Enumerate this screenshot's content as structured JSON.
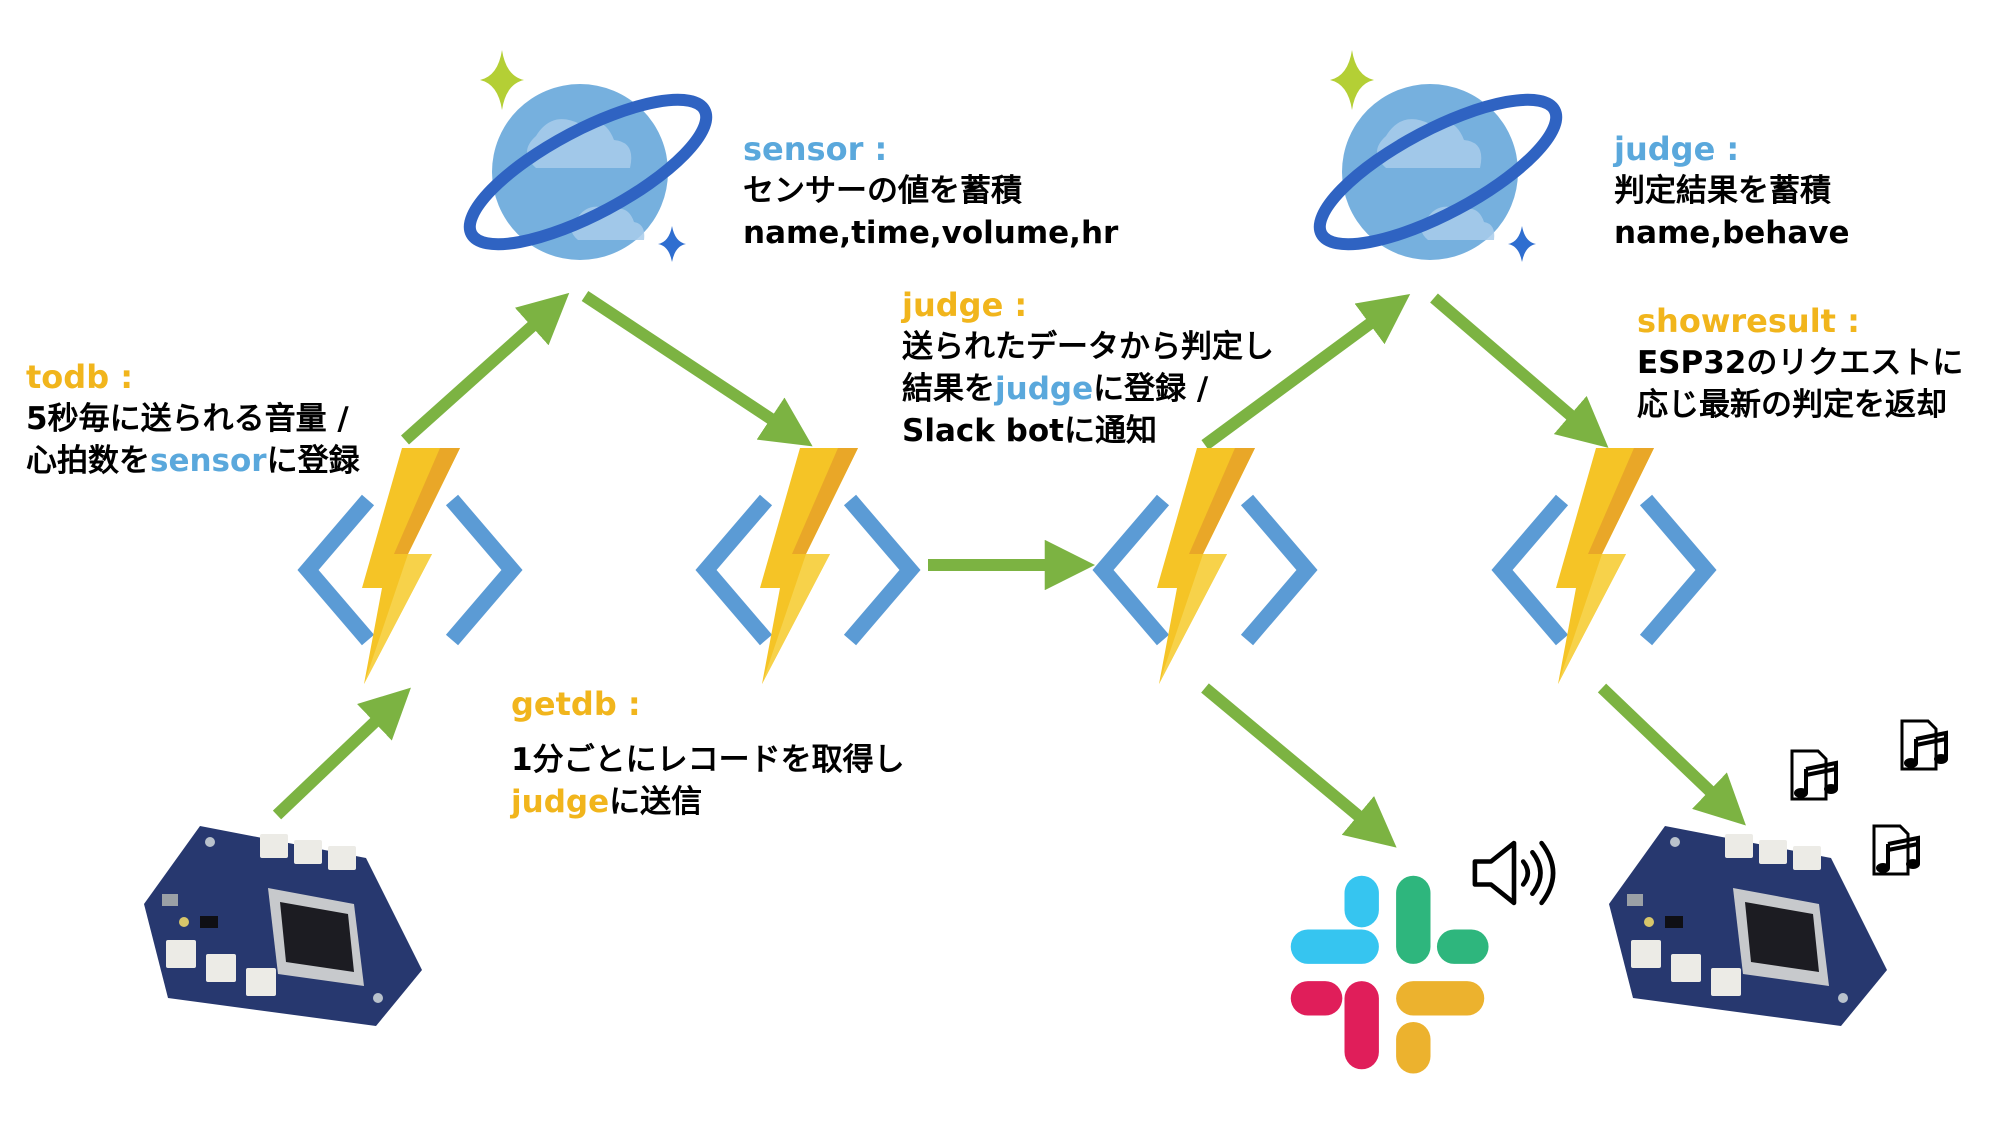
{
  "labels": {
    "todb": {
      "title": "todb :",
      "line1": "5秒毎に送られる音量 /",
      "line2_pre": "心拍数を",
      "line2_hl": "sensor",
      "line2_post": "に登録"
    },
    "sensor": {
      "title": "sensor :",
      "line1": "センサーの値を蓄積",
      "line2": "name,time,volume,hr"
    },
    "judge_fn": {
      "title": "judge :",
      "line1": "送られたデータから判定し",
      "line2_pre": "結果を",
      "line2_hl": "judge",
      "line2_post": "に登録 /",
      "line3": "Slack botに通知"
    },
    "judge_db": {
      "title": "judge :",
      "line1": "判定結果を蓄積",
      "line2": "name,behave"
    },
    "showresult": {
      "title": "showresult :",
      "line1": "ESP32のリクエストに",
      "line2": "応じ最新の判定を返却"
    },
    "getdb": {
      "title": "getdb :",
      "line1": "1分ごとにレコードを取得し",
      "line2_hl": "judge",
      "line2_post": "に送信"
    }
  },
  "colors": {
    "arrow": "#7cb342",
    "function_bolt": "#f5c426",
    "function_bracket": "#5b9bd5",
    "cosmos_planet": "#76b0de",
    "cosmos_ring": "#2f63c2",
    "sparkle_green": "#b4cf35",
    "sparkle_blue": "#2f6ed0",
    "title_yellow": "#f1b51c",
    "title_blue": "#5aa8dc",
    "board_blue": "#27386f",
    "slack_blue": "#36c5f0",
    "slack_green": "#2eb67d",
    "slack_red": "#e01e5a",
    "slack_yellow": "#ecb22e"
  },
  "icons": [
    "azure-functions-icon",
    "cosmos-db-icon",
    "esp32-board-icon",
    "slack-logo-icon",
    "speaker-icon",
    "music-note-icon"
  ]
}
